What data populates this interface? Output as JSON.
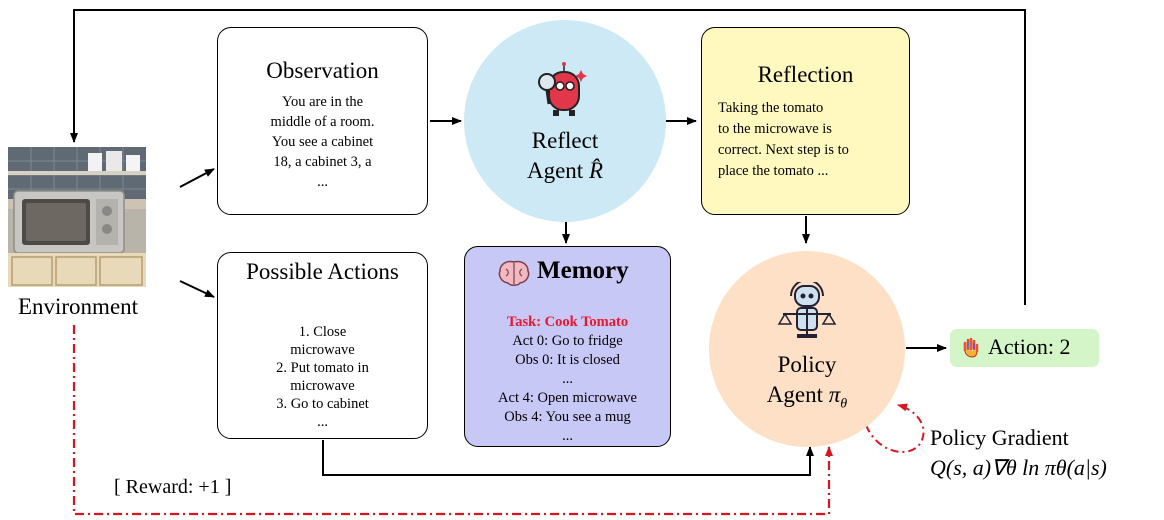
{
  "colors": {
    "reflect_circle": "#cce9f5",
    "policy_circle": "#fde0c6",
    "reflection_box": "#fff9c0",
    "memory_box": "#c8c8f7",
    "action_badge": "#d3f5c7",
    "task_red": "#e8192c",
    "reward_red": "#d9161f"
  },
  "environment": {
    "label": "Environment"
  },
  "observation": {
    "title": "Observation",
    "text_lines": [
      "You are in the",
      "middle of a room.",
      "You see a cabinet",
      "18, a cabinet 3, a",
      "..."
    ]
  },
  "reflect_agent": {
    "line1": "Reflect",
    "line2": "Agent",
    "symbol": "R̂"
  },
  "reflection": {
    "title": "Reflection",
    "text_lines": [
      "Taking the tomato",
      "to the microwave is",
      "correct.  Next step is to",
      "place the tomato ..."
    ]
  },
  "possible_actions": {
    "title": "Possible Actions",
    "items": [
      "1.  Close",
      "microwave",
      "2.  Put tomato in",
      "microwave",
      "3.  Go to cabinet",
      "..."
    ]
  },
  "memory": {
    "title": "Memory",
    "task": "Task:  Cook Tomato",
    "lines": [
      "Act 0:  Go to fridge",
      "Obs 0:  It is closed",
      "...",
      "Act 4:  Open microwave",
      "Obs 4:  You see a mug",
      "..."
    ]
  },
  "policy_agent": {
    "line1": "Policy",
    "line2": "Agent",
    "symbol": "π",
    "subscript": "θ"
  },
  "action": {
    "label": "Action: 2"
  },
  "policy_gradient": {
    "title": "Policy Gradient",
    "formula": "Q(s, a)∇θ ln πθ(a|s)"
  },
  "reward": {
    "label": "[ Reward: +1 ]"
  },
  "icons": [
    "brain-icon",
    "robot-magnifier-icon",
    "robot-scale-icon",
    "hand-icon",
    "kitchen-microwave-image"
  ]
}
